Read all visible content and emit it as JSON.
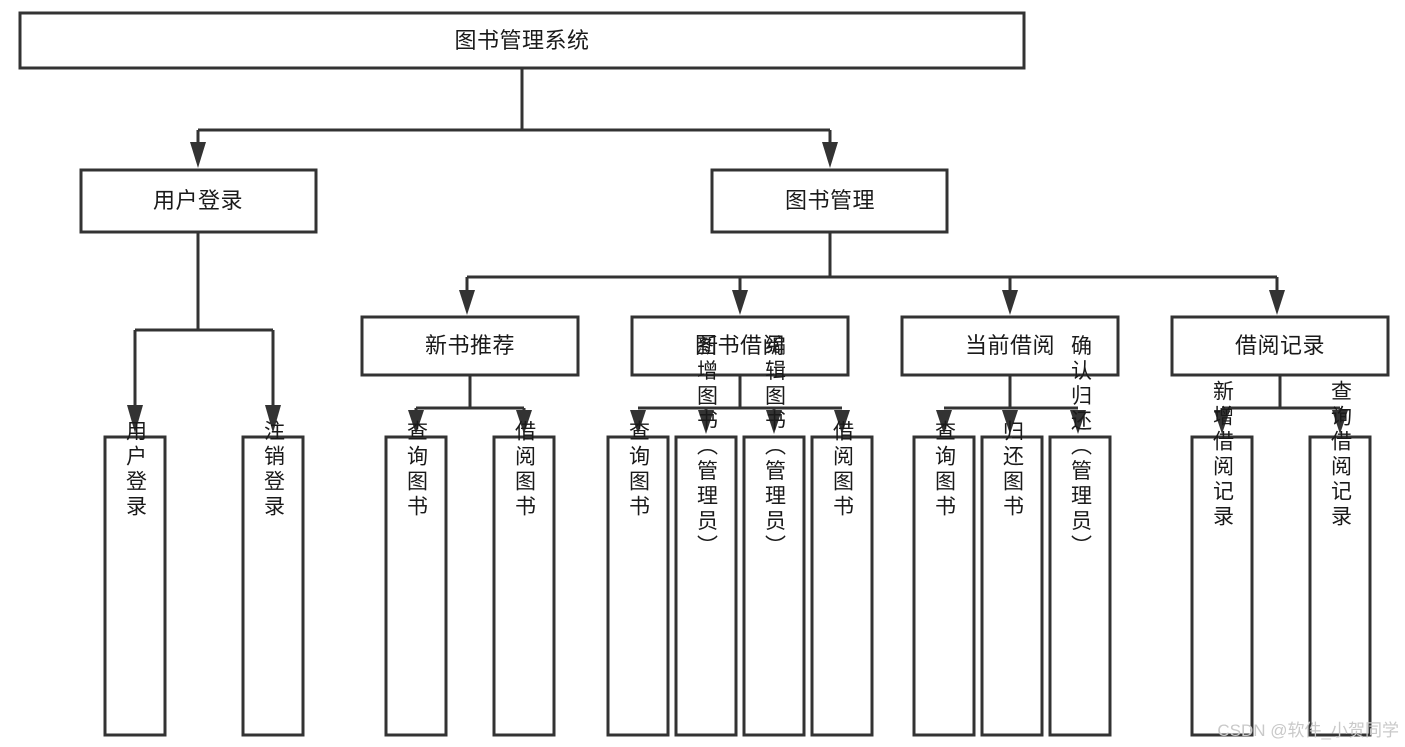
{
  "diagram": {
    "type": "tree-hierarchy",
    "title": "图书管理系统",
    "root": {
      "label": "图书管理系统"
    },
    "level2": [
      {
        "label": "用户登录"
      },
      {
        "label": "图书管理"
      }
    ],
    "level3": [
      {
        "label": "新书推荐"
      },
      {
        "label": "图书借阅"
      },
      {
        "label": "当前借阅"
      },
      {
        "label": "借阅记录"
      }
    ],
    "leaves": {
      "user_login": [
        "用户登录",
        "注销登录"
      ],
      "new_book_recommend": [
        "查询图书",
        "借阅图书"
      ],
      "book_borrow": [
        "查询图书",
        "新增图书（管理员）",
        "编辑图书（管理员）",
        "借阅图书"
      ],
      "current_borrow": [
        "查询图书",
        "归还图书",
        "确认归还（管理员）"
      ],
      "borrow_record": [
        "新增借阅记录",
        "查询借阅记录"
      ]
    }
  },
  "watermark": {
    "text": "CSDN @软件_小贺同学"
  },
  "colors": {
    "stroke": "#333333",
    "fill": "#ffffff",
    "text": "#1a1a1a",
    "watermark": "#c9c9c9"
  }
}
